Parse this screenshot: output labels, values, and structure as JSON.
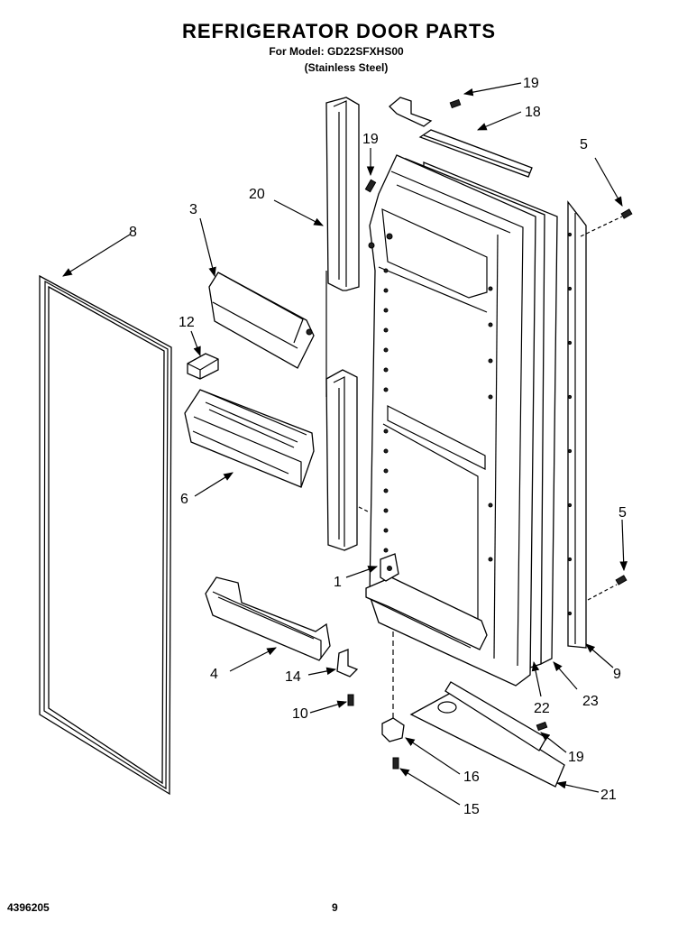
{
  "header": {
    "title": "REFRIGERATOR DOOR PARTS",
    "model": "For Model: GD22SFXHS00",
    "variant": "(Stainless Steel)"
  },
  "footer": {
    "doc_number": "4396205",
    "page_number": "9"
  },
  "callouts": {
    "c1": "1",
    "c3": "3",
    "c4": "4",
    "c5a": "5",
    "c5b": "5",
    "c6": "6",
    "c8": "8",
    "c9": "9",
    "c10": "10",
    "c12": "12",
    "c14": "14",
    "c15": "15",
    "c16": "16",
    "c18": "18",
    "c19a": "19",
    "c19b": "19",
    "c19c": "19",
    "c20": "20",
    "c21": "21",
    "c22": "22",
    "c23": "23"
  }
}
